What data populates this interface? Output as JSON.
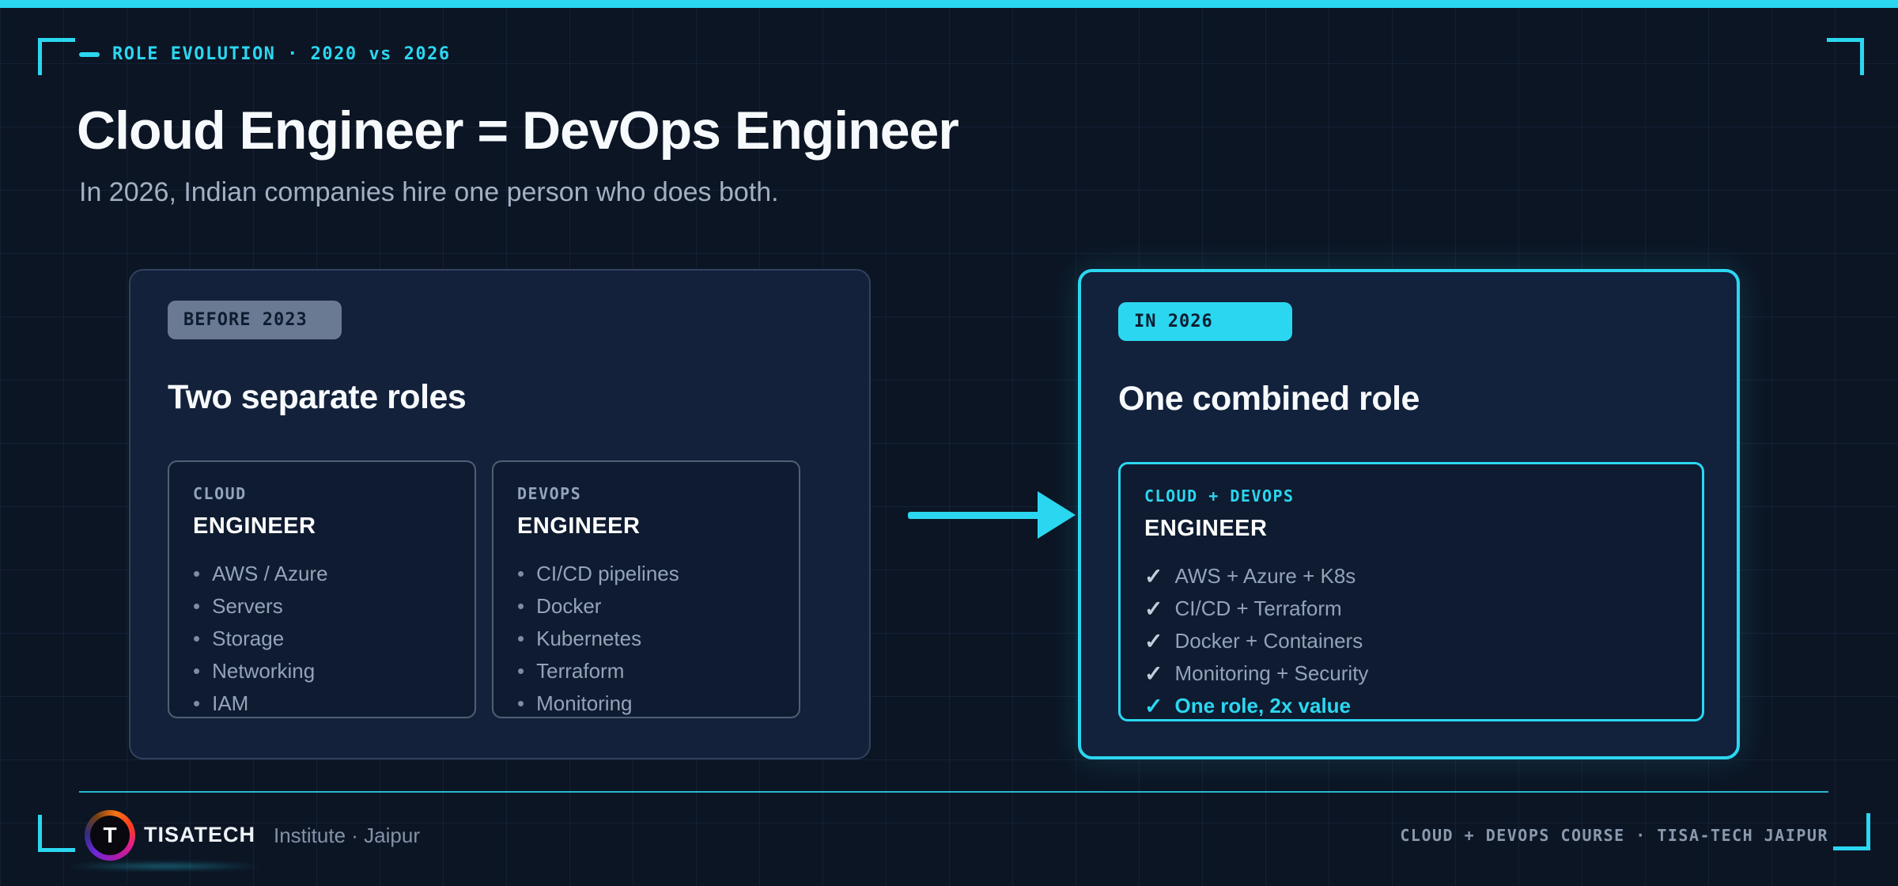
{
  "header": {
    "eyebrow": "ROLE EVOLUTION · 2020 vs 2026",
    "title": "Cloud Engineer = DevOps Engineer",
    "subtitle": "In 2026, Indian companies hire one person who does both."
  },
  "before_panel": {
    "badge": "BEFORE 2023",
    "heading": "Two separate roles",
    "cards": [
      {
        "label": "CLOUD",
        "title": "ENGINEER",
        "items": [
          "AWS / Azure",
          "Servers",
          "Storage",
          "Networking",
          "IAM"
        ]
      },
      {
        "label": "DEVOPS",
        "title": "ENGINEER",
        "items": [
          "CI/CD pipelines",
          "Docker",
          "Kubernetes",
          "Terraform",
          "Monitoring"
        ]
      }
    ]
  },
  "after_panel": {
    "badge": "IN 2026",
    "heading": "One combined role",
    "card": {
      "label": "CLOUD + DEVOPS",
      "title": "ENGINEER",
      "items": [
        {
          "text": "AWS + Azure + K8s",
          "highlight": false
        },
        {
          "text": "CI/CD + Terraform",
          "highlight": false
        },
        {
          "text": "Docker + Containers",
          "highlight": false
        },
        {
          "text": "Monitoring + Security",
          "highlight": false
        },
        {
          "text": "One role, 2x value",
          "highlight": true
        }
      ]
    }
  },
  "footer": {
    "logo_letter": "T",
    "brand": "TISATECH",
    "tagline": "Institute · Jaipur",
    "course": "CLOUD + DEVOPS COURSE · TISA-TECH JAIPUR"
  },
  "glyphs": {
    "bullet": "•",
    "check": "✓"
  },
  "colors": {
    "accent": "#2bd7f0",
    "background": "#0c1524",
    "panel": "#13213a",
    "inner_card": "#0e1b30",
    "badge_slate": "#6b7a93",
    "muted_text": "#94a3b8"
  }
}
